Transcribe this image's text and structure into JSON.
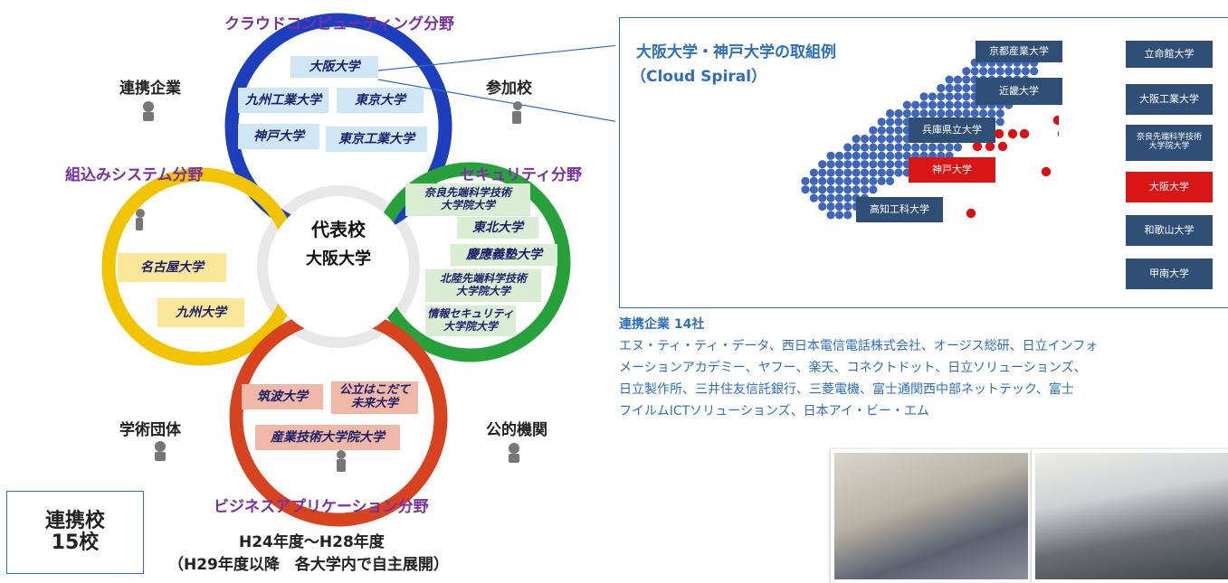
{
  "diagram": {
    "categories": {
      "cloud": "クラウドコンピューティング分野",
      "embedded": "組込みシステム分野",
      "security": "セキュリティ分野",
      "business": "ビジネスアプリケーション分野"
    },
    "side_labels": {
      "partner_companies": "連携企業",
      "participating_schools": "参加校",
      "academic_societies": "学術団体",
      "public_institutions": "公的機関"
    },
    "center": {
      "role": "代表校",
      "university": "大阪大学"
    },
    "cloud_universities": [
      "大阪大学",
      "九州工業大学",
      "東京大学",
      "神戸大学",
      "東京工業大学"
    ],
    "security_universities": [
      "奈良先端科学技術\n大学院大学",
      "東北大学",
      "慶應義塾大学",
      "北陸先端科学技術\n大学院大学",
      "情報セキュリティ\n大学院大学"
    ],
    "embedded_universities": [
      "名古屋大学",
      "九州大学"
    ],
    "business_universities": [
      "筑波大学",
      "公立はこだて\n未来大学",
      "産業技術大学院大学"
    ],
    "partner_box": "連携校\n15校",
    "period_line1": "H24年度〜H28年度",
    "period_line2": "（H29年度以降　各大学内で自主展開）",
    "colors": {
      "cloud": "#1d3fbf",
      "embedded": "#f2c400",
      "security": "#27a23a",
      "business": "#d8431f",
      "accent_text": "#2c6fc0"
    }
  },
  "example": {
    "title_line1": "大阪大学・神戸大学の取組例",
    "title_line2": "（Cloud Spiral）",
    "map_labels_left": [
      "京都産業大学",
      "近畿大学",
      "兵庫県立大学",
      "神戸大学",
      "高知工科大学"
    ],
    "map_labels_right": [
      "立命館大学",
      "大阪工業大学",
      "奈良先端科学技術\n大学院大学",
      "大阪大学",
      "和歌山大学",
      "甲南大学"
    ]
  },
  "companies": {
    "heading": "連携企業 14社",
    "line1": "エヌ・ティ・ティ・データ、西日本電信電話株式会社、オージス総研、日立インフォ",
    "line2": "メーションアカデミー、ヤフー、楽天、コネクトドット、日立ソリューションズ、",
    "line3": "日立製作所、三井住友信託銀行、三菱電機、富士通関西中部ネットテック、富士",
    "line4": "フイルムICTソリューションズ、日本アイ・ビー・エム"
  }
}
